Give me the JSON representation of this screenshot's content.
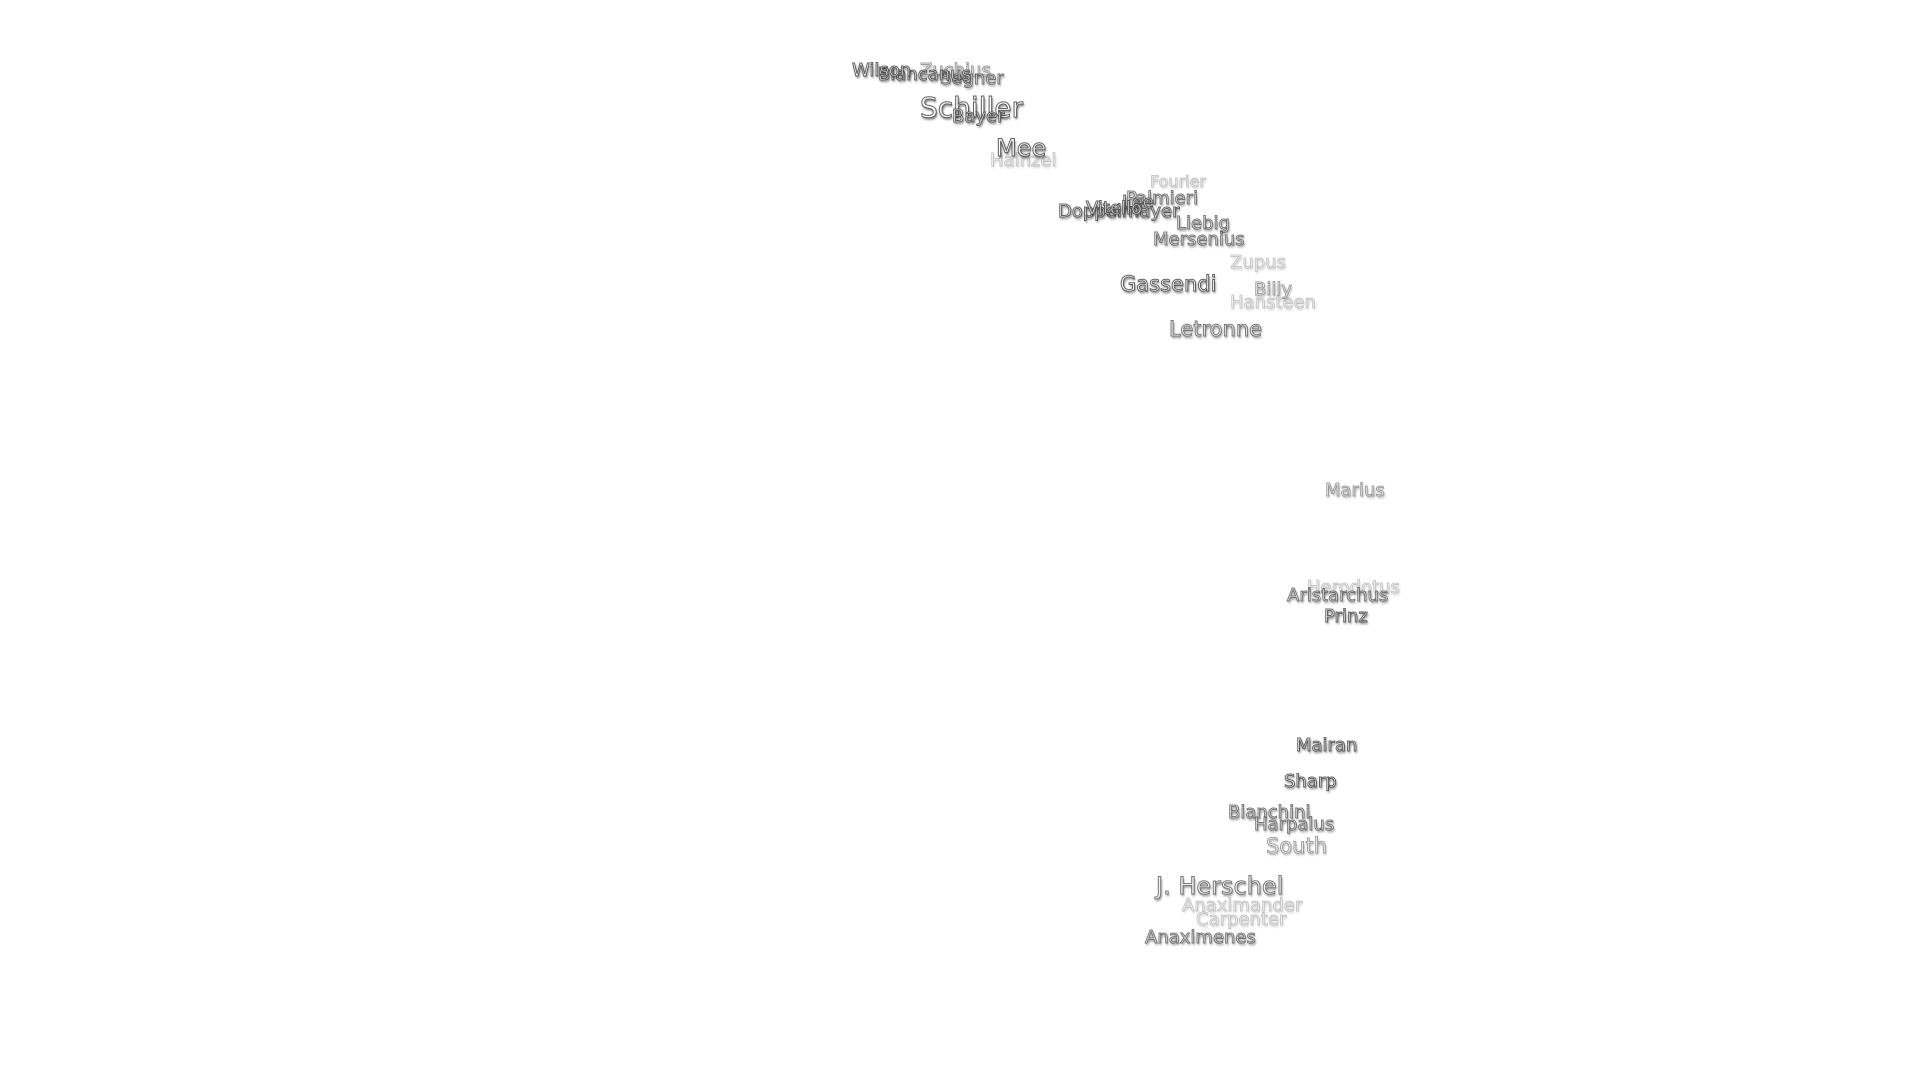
{
  "map": {
    "labels": {
      "wilson": "Wilson",
      "blancanus": "Blancanus",
      "segner": "Segner",
      "zuchius": "Zuchius",
      "schiller": "Schiller",
      "bayer": "Bayer",
      "mee": "Mee",
      "hainzel": "Hainzel",
      "fourier": "Fourier",
      "palmieri": "Palmieri",
      "lee": "Lee",
      "doppelmayer": "Doppelmayer",
      "vitello": "Vitello",
      "liebig": "Liebig",
      "mersenius": "Mersenius",
      "zupus": "Zupus",
      "gassendi": "Gassendi",
      "billy": "Billy",
      "hansteen": "Hansteen",
      "letronne": "Letronne",
      "marius": "Marius",
      "herodotus": "Herodotus",
      "aristarchus": "Aristarchus",
      "prinz": "Prinz",
      "mairan": "Mairan",
      "sharp": "Sharp",
      "bianchini": "Bianchini",
      "harpalus": "Harpalus",
      "south": "South",
      "j_herschel": "J. Herschel",
      "anaximander": "Anaximander",
      "carpenter": "Carpenter",
      "anaximenes": "Anaximenes"
    }
  }
}
